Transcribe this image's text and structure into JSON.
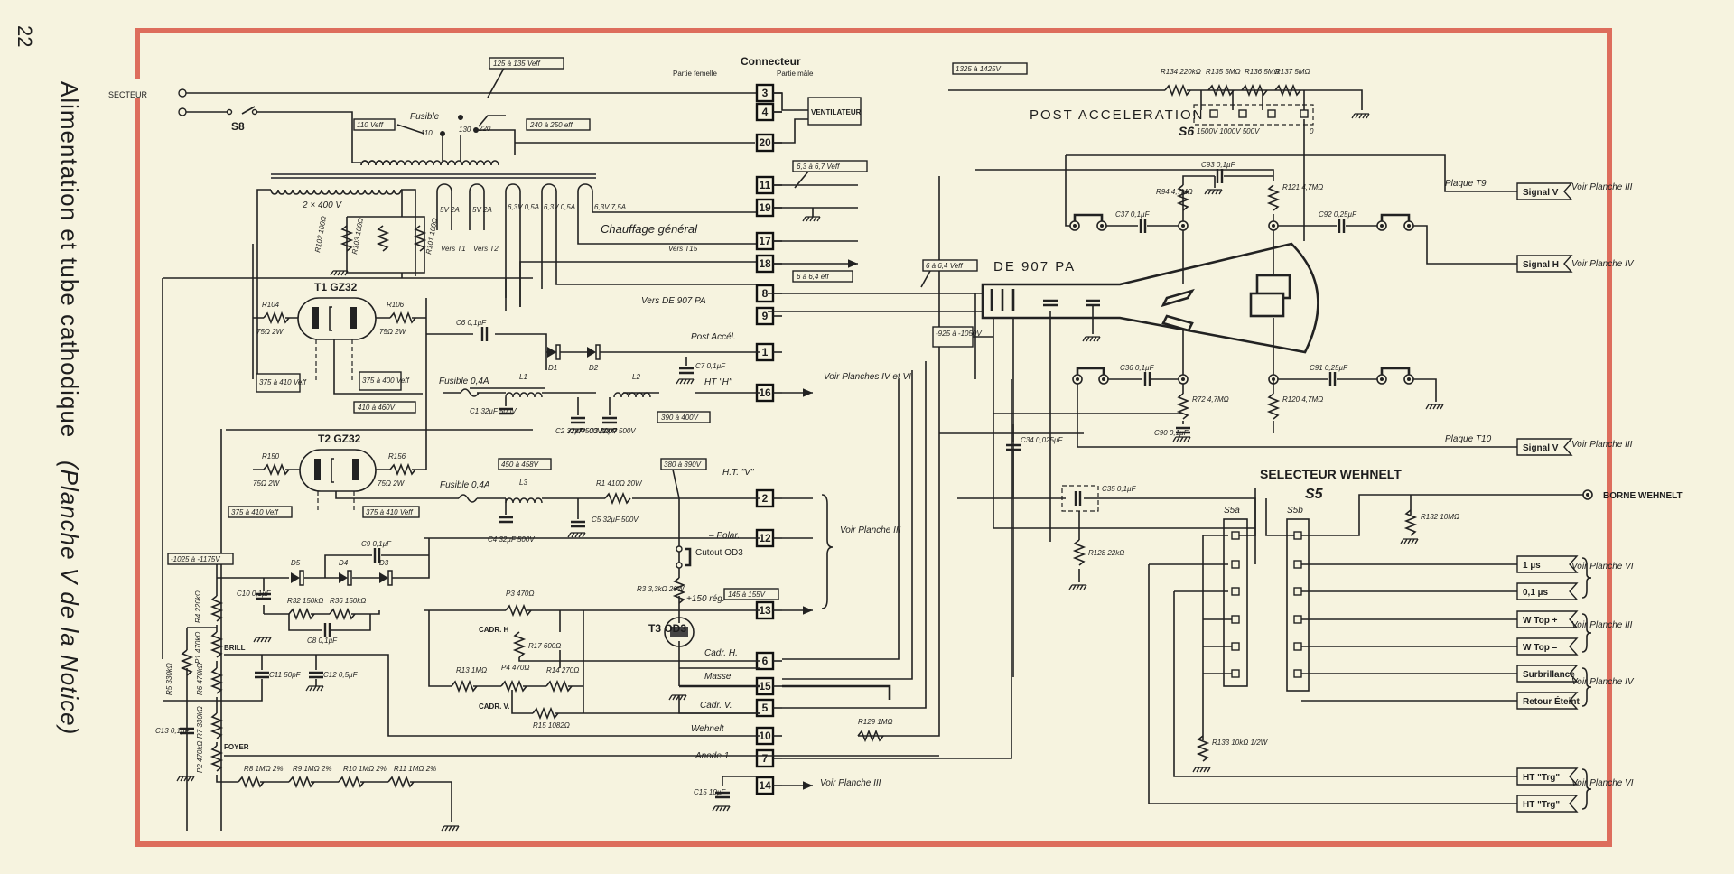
{
  "page": {
    "number": "22",
    "title_main": "Alimentation et tube cathodique",
    "title_ref": "(Planche V de la Notice)"
  },
  "colors": {
    "frame": "#dd6d5c",
    "paper": "#f6f3df",
    "ink": "#1e1e1e"
  },
  "mains": {
    "secteur": "SECTEUR",
    "switch": "S8",
    "fuse": "Fusible",
    "tap_110": "110",
    "tap_130": "130",
    "tap_220": "220",
    "v110": "110 Veff",
    "v125": "125 à 135 Veff",
    "v240": "240 à 250 eff",
    "ventilateur": "VENTILATEUR"
  },
  "connector": {
    "title": "Connecteur",
    "female": "Partie femelle",
    "male": "Partie mâle",
    "pins": [
      {
        "num": "3",
        "label": ""
      },
      {
        "num": "4",
        "label": ""
      },
      {
        "num": "20",
        "label": ""
      },
      {
        "num": "11",
        "label": "Chauffage général"
      },
      {
        "num": "19",
        "label": ""
      },
      {
        "num": "17",
        "label": "Vers T15"
      },
      {
        "num": "18",
        "label": ""
      },
      {
        "num": "8",
        "label": ""
      },
      {
        "num": "9",
        "label": "Vers DE 907 PA"
      },
      {
        "num": "1",
        "label": "Post Accél."
      },
      {
        "num": "16",
        "label": "HT \"H\""
      },
      {
        "num": "2",
        "label": "H.T. \"V\""
      },
      {
        "num": "12",
        "label": "– Polar."
      },
      {
        "num": "13",
        "label": "+150 rég."
      },
      {
        "num": "6",
        "label": "Cadr. H."
      },
      {
        "num": "15",
        "label": "Masse"
      },
      {
        "num": "5",
        "label": "Cadr. V."
      },
      {
        "num": "10",
        "label": "Wehnelt"
      },
      {
        "num": "7",
        "label": "Anode 1"
      },
      {
        "num": "14",
        "label": ""
      }
    ]
  },
  "transformer": {
    "primary": "2 × 400 V",
    "windings": [
      "5V 2A",
      "5V 2A",
      "6,3V 0,5A",
      "6,3V 0,5A",
      "6,3V 7,5A"
    ],
    "vers_t1": "Vers T1",
    "vers_t2": "Vers T2",
    "heater_note": "6,3 à 6,7 Veff",
    "t15_note": "6 à 6,4 eff",
    "resistors": [
      "R102 100Ω",
      "R103 100Ω",
      "R101 100Ω"
    ]
  },
  "rectifiers": {
    "t1": "T1  GZ32",
    "t2": "T2  GZ32",
    "r104": "R104",
    "r104v": "75Ω 2W",
    "r106": "R106",
    "r106v": "75Ω 2W",
    "r150": "R150",
    "r150v": "75Ω 2W",
    "r156": "R156",
    "r156v": "75Ω 2W",
    "n1": "375 à 410 Veff",
    "n2": "375 à 400 Veff",
    "n3": "410 à 460V",
    "n4": "375 à 410 Veff",
    "n5": "375 à 410 Veff",
    "n6": "450 à 458V"
  },
  "filter_h": {
    "c6": "C6 0,1µF",
    "d1": "D1",
    "d2": "D2",
    "fuse": "Fusible 0,4A",
    "l1": "L1",
    "l2": "L2",
    "c1": "C1 32µF 500V",
    "c2": "C2 32µF 500V",
    "c3": "C3 32µF 500V",
    "c7": "C7 0,1µF",
    "note": "390 à 400V",
    "voir": "Voir Planches IV et VI"
  },
  "filter_v": {
    "fuse": "Fusible 0,4A",
    "l3": "L3",
    "c4": "C4 32µF 500V",
    "c5": "C5 32µF 500V",
    "r1": "R1 410Ω 20W",
    "note": "380 à 390V",
    "cutout": "Cutout OD3",
    "r3": "R3 3,3kΩ 20W",
    "t3": "T3 OD3",
    "note150": "145 à 155V",
    "voir": "Voir Planche III",
    "p3": "P3 470Ω",
    "cadr_h": "CADR.  H",
    "r17": "R17 600Ω",
    "r13": "R13 1MΩ",
    "p4": "P4 470Ω",
    "r14": "R14 270Ω",
    "cadr_v": "CADR.  V.",
    "r15": "R15 1082Ω"
  },
  "neg_supply": {
    "note": "-1025 à -1175V",
    "d3": "D3",
    "d4": "D4",
    "d5": "D5",
    "c9": "C9 0,1µF",
    "c8": "C8 0,1µF",
    "c10": "C10 0,1µF",
    "r32": "R32 150kΩ",
    "r36": "R36 150kΩ",
    "r4": "R4 220kΩ",
    "p1": "P1 470kΩ",
    "brill": "BRILL",
    "r5": "R5 330kΩ",
    "r6": "R6 470kΩ",
    "c11": "C11 50pF",
    "c12": "C12 0,5µF",
    "r7": "R7 330kΩ",
    "p2": "P2 470kΩ",
    "foyer": "FOYER",
    "c13": "C13 0,1µF",
    "r8": "R8 1MΩ 2%",
    "r9": "R9 1MΩ 2%",
    "r10": "R10 1MΩ 2%",
    "r11": "R11 1MΩ 2%",
    "r129": "R129 1MΩ",
    "c15": "C15 10µF",
    "voir": "Voir Planche III"
  },
  "crt": {
    "name": "DE 907 PA",
    "heater": "6 à 6,4 Veff",
    "g1": "-925 à -1050V",
    "post_accel_note": "1325 à 1425V",
    "post_accel": "POST ACCELERATION",
    "s6": "S6",
    "s6_positions": "1500V  1000V  500V",
    "s6_zero": "0",
    "r134": "R134 220kΩ",
    "r135": "R135 5MΩ",
    "r136": "R136 5MΩ",
    "r137": "R137 5MΩ",
    "c37": "C37 0,1µF",
    "c93": "C93 0,1µF",
    "r94": "R94 4,7MΩ",
    "r121": "R121 4,7MΩ",
    "c92": "C92 0,25µF",
    "c36": "C36 0,1µF",
    "r72": "R72 4,7MΩ",
    "c90": "C90 0,1µF",
    "c91": "C91 0,25µF",
    "r120": "R120 4,7MΩ",
    "c34": "C34 0,025µF",
    "c35": "C35 0,1µF",
    "r128": "R128 22kΩ",
    "r133": "R133 10kΩ 1/2W",
    "r132": "R132 10MΩ"
  },
  "outputs": {
    "plaque_t9": "Plaque T9",
    "plaque_t10": "Plaque T10",
    "signal_v1": "Signal V",
    "signal_h": "Signal H",
    "signal_v2": "Signal V",
    "voir_iii": "Voir Planche III",
    "voir_iv": "Voir Planche IV",
    "voir_iii_b": "Voir Planche III",
    "selecteur": "SELECTEUR WEHNELT",
    "s5": "S5",
    "s5a": "S5a",
    "s5b": "S5b",
    "borne": "BORNE WEHNELT",
    "flags": [
      "1 µs",
      "0,1 µs",
      "W Top +",
      "W Top –",
      "Surbrillance",
      "Retour Éteint",
      "HT \"Trg\"",
      "HT \"Trg\""
    ],
    "voir_groups": [
      "Voir Planche VI",
      "Voir Planche III",
      "Voir Planche IV",
      "Voir Planche VI"
    ]
  }
}
